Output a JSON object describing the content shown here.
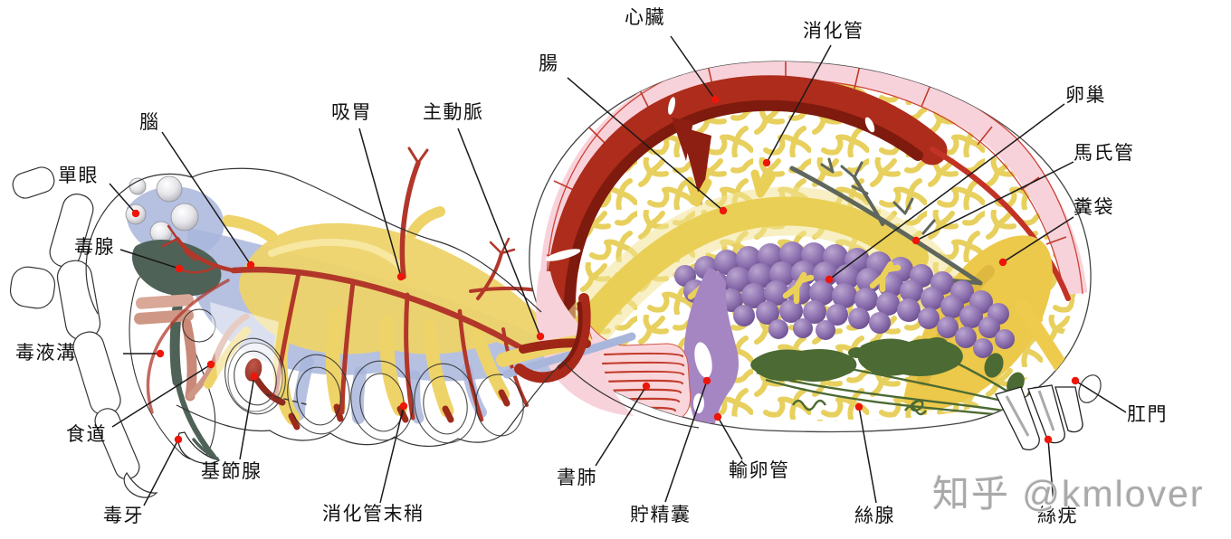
{
  "watermark": "知乎 @kmlover",
  "labels": {
    "simple_eyes": "單眼",
    "brain": "腦",
    "venom_gland": "毒腺",
    "venom_groove": "毒液溝",
    "esophagus": "食道",
    "venom_fang": "毒牙",
    "coxal_gland": "基節腺",
    "digestive_tract_ends": "消化管末稍",
    "sucking_stomach": "吸胃",
    "aorta": "主動脈",
    "intestine": "腸",
    "heart": "心臟",
    "digestive_tract": "消化管",
    "ovary": "卵巢",
    "malpighian_tubules": "馬氏管",
    "stercoral_sac": "糞袋",
    "anus": "肛門",
    "spinnerets": "絲疣",
    "silk_glands": "絲腺",
    "oviduct": "輸卵管",
    "spermatheca": "貯精囊",
    "book_lung": "書肺"
  },
  "colors": {
    "heart_red": "#ad2c1b",
    "heart_shadow": "#7e1a0e",
    "pericardium_pink": "#f8d2da",
    "digestive_gland_yellow": "#e7d05e",
    "intestine_gold": "#e9cf55",
    "stercoral_gold": "#ecc84b",
    "ovary_purple": "#8b6fae",
    "oviduct_purple": "#a585c2",
    "silk_gland_green": "#4c6a33",
    "venom_gland_green": "#4f6257",
    "nerve_blue": "#a9b6dc",
    "artery_red": "#b2372a",
    "book_lung_pink": "#f9d6db",
    "leader_dot": "#ee1509",
    "label_text": "#111111",
    "watermark_gray": "#a9a9a9"
  }
}
